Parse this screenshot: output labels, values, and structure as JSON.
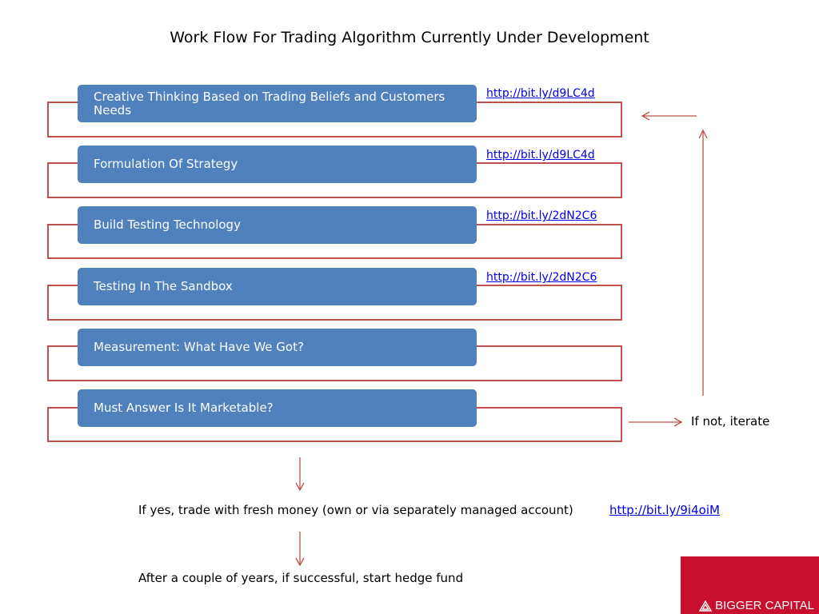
{
  "title": "Work Flow For Trading Algorithm Currently Under Development",
  "steps": [
    {
      "label": "Creative Thinking Based on Trading Beliefs and Customers Needs",
      "link": "http://bit.ly/d9LC4d"
    },
    {
      "label": "Formulation Of Strategy",
      "link": "http://bit.ly/d9LC4d"
    },
    {
      "label": "Build Testing Technology",
      "link": "http://bit.ly/2dN2C6"
    },
    {
      "label": "Testing In The Sandbox",
      "link": "http://bit.ly/2dN2C6"
    },
    {
      "label": "Measurement: What Have We Got?",
      "link": ""
    },
    {
      "label": "Must Answer Is It Marketable?",
      "link": ""
    }
  ],
  "iterate_note": "If not, iterate",
  "yes_note": "If yes, trade with fresh money (own or via separately managed account)",
  "yes_link": "http://bit.ly/9i4oiM",
  "final_note": "After a couple of years, if successful, start hedge fund",
  "brand": {
    "name": "BIGGER CAPITAL",
    "icon": "bigger-capital-logo-icon"
  },
  "colors": {
    "box": "#4f81bd",
    "connector": "#c0504d",
    "brand": "#c8102e",
    "link": "#0000ee"
  }
}
